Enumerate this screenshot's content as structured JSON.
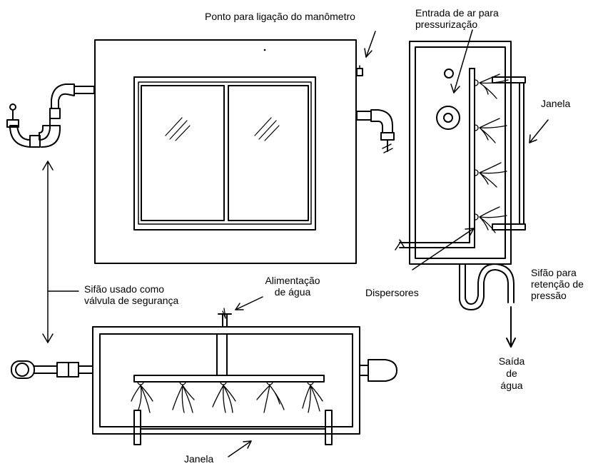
{
  "labels": {
    "manometer_point": "Ponto para ligação do manômetro",
    "air_inlet": [
      "Entrada de ar para",
      "pressurização"
    ],
    "window_side": "Janela",
    "siphon_safety": [
      "Sifão usado como",
      "válvula de segurança"
    ],
    "water_supply": [
      "Alimentação",
      "de água"
    ],
    "dispersers": "Dispersores",
    "siphon_pressure": [
      "Sifão para",
      "retenção de",
      "pressão"
    ],
    "water_outlet": [
      "Saída",
      "de",
      "água"
    ],
    "window_bottom": "Janela"
  },
  "colors": {
    "line": "#000000",
    "background": "#ffffff"
  }
}
